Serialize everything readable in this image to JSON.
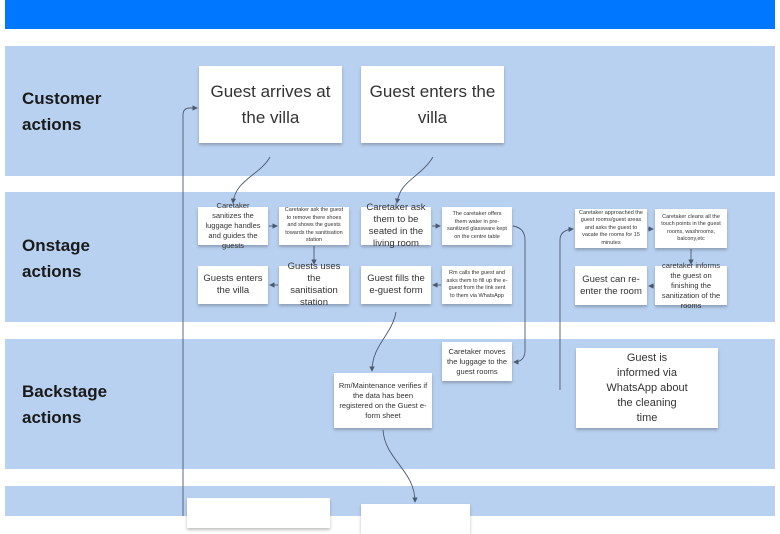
{
  "lanes": [
    {
      "label": "Customer actions"
    },
    {
      "label": "Onstage actions"
    },
    {
      "label": "Backstage actions"
    }
  ],
  "customer": {
    "c1": "Guest arrives at the villa",
    "c2": "Guest enters the villa"
  },
  "onstage": {
    "r1c1": "Caretaker sanitizes the luggage handles and guides the guests",
    "r1c2": "Caretaker ask the guest to remove there shoes and shows the guests towards the sanitisation station",
    "r1c3": "Caretaker ask them to be seated in the living room",
    "r1c4": "The caretaker offers them water in pre-sanitized glassware kept on the centre table",
    "r2c1": "Guests enters the villa",
    "r2c2": "Guests uses the sanitisation station",
    "r2c3": "Guest fills the e-guest form",
    "r2c4": "Rm calls the guest and asks them to fill up the e-guest from the link sent to them via WhatsApp",
    "rr1": "Caretaker approached the guest rooms/guest areas and asks the guest to vacate the rooms for 15 minutes",
    "rr2": "Caretaker cleans all the touch points in the guest rooms, washrooms, balcony,etc",
    "rr3": "Guest can re-enter the room",
    "rr4": "caretaker informs the guest on finishing the sanitization of the rooms"
  },
  "backstage": {
    "b1": "Caretaker moves the luggage to the guest rooms",
    "b2": "Rm/Maintenance verifies if the data has been registered on the Guest e-form sheet",
    "b3": "Guest is informed via WhatsApp about the cleaning time"
  },
  "colors": {
    "topbar": "#0077ff",
    "lane": "#b9d1f1"
  }
}
